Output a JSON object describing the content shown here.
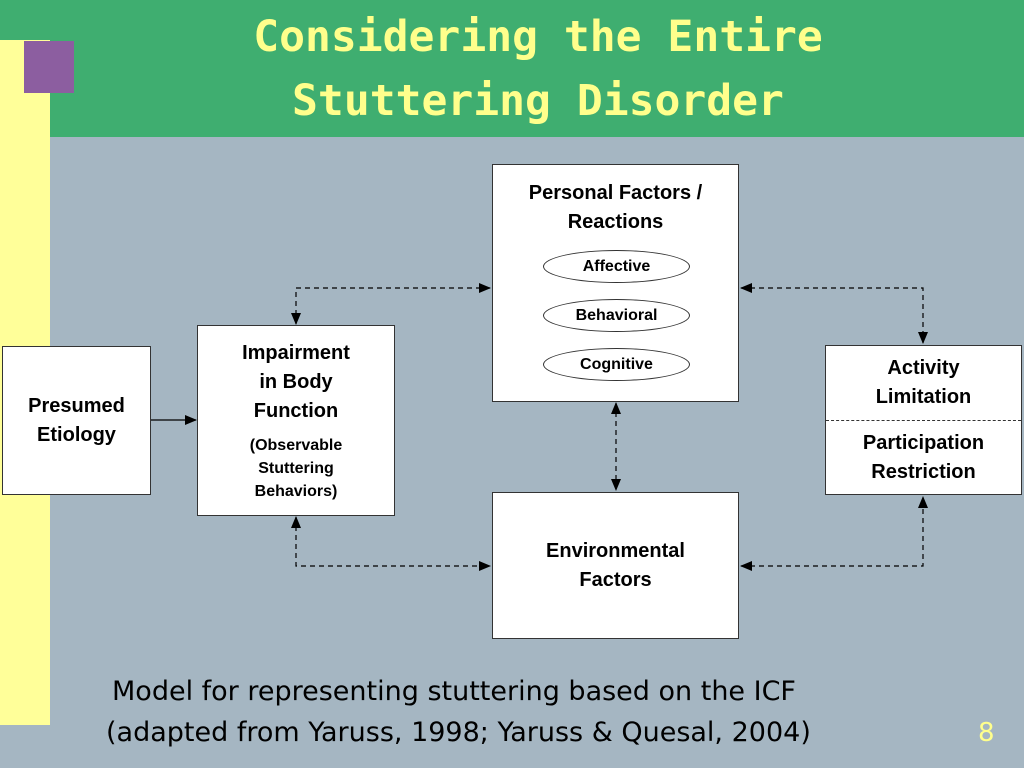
{
  "title": {
    "line1": "Considering the Entire",
    "line2": "Stuttering Disorder"
  },
  "boxes": {
    "etiology": [
      "Presumed",
      "Etiology"
    ],
    "impairment": {
      "main": [
        "Impairment",
        "in Body",
        "Function"
      ],
      "sub": [
        "(Observable",
        "Stuttering",
        "Behaviors)"
      ]
    },
    "personal": {
      "main": [
        "Personal Factors /",
        "Reactions"
      ],
      "ovals": [
        "Affective",
        "Behavioral",
        "Cognitive"
      ]
    },
    "environmental": [
      "Environmental",
      "Factors"
    ],
    "activity": {
      "top": [
        "Activity",
        "Limitation"
      ],
      "bottom": [
        "Participation",
        "Restriction"
      ]
    }
  },
  "caption": {
    "line1": "Model for representing stuttering based on the ICF",
    "line2": "(adapted from Yaruss, 1998; Yaruss & Quesal, 2004)"
  },
  "slide_number": "8",
  "colors": {
    "title_bar": "#3fae70",
    "title_text": "#ffff8c",
    "background": "#a5b6c2",
    "left_strip": "#ffff99",
    "accent_square": "#8c5ea0"
  }
}
